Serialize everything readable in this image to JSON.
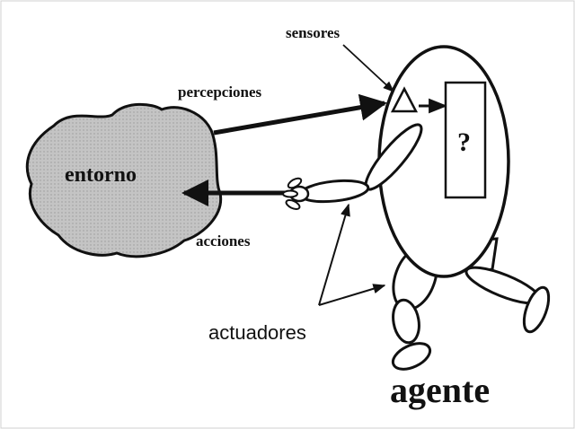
{
  "diagram": {
    "labels": {
      "environment": "entorno",
      "perceptions": "percepciones",
      "actions": "acciones",
      "sensors": "sensores",
      "actuators": "actuadores",
      "agent": "agente",
      "unknown": "?"
    },
    "colors": {
      "ink": "#111111",
      "cloud_fill": "#bdbdbd",
      "background": "#ffffff"
    }
  }
}
